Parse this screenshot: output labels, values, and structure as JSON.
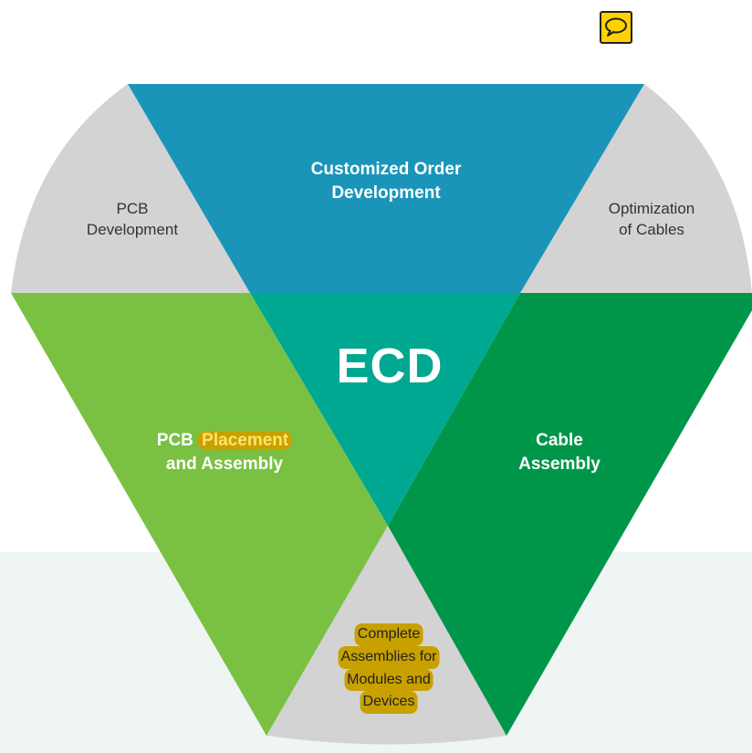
{
  "toolbar": {
    "comment_icon": "speech-bubble-icon"
  },
  "diagram": {
    "center_label": "ECD",
    "segments": {
      "top": [
        "Customized Order",
        "Development"
      ],
      "top_left": [
        "PCB",
        "Development"
      ],
      "top_right": [
        "Optimization",
        "of Cables"
      ],
      "left": {
        "prefix": "PCB",
        "highlight": "Placement",
        "line2": "and Assembly"
      },
      "right": [
        "Cable",
        "Assembly"
      ],
      "bottom": [
        "Complete",
        "Assemblies for",
        "Modules and",
        "Devices"
      ]
    },
    "colors": {
      "top": "#1a95b9",
      "center": "#00a892",
      "left": "#7ac143",
      "right": "#00964a",
      "grey": "#d3d3d3",
      "highlight": "#c8a100"
    }
  }
}
